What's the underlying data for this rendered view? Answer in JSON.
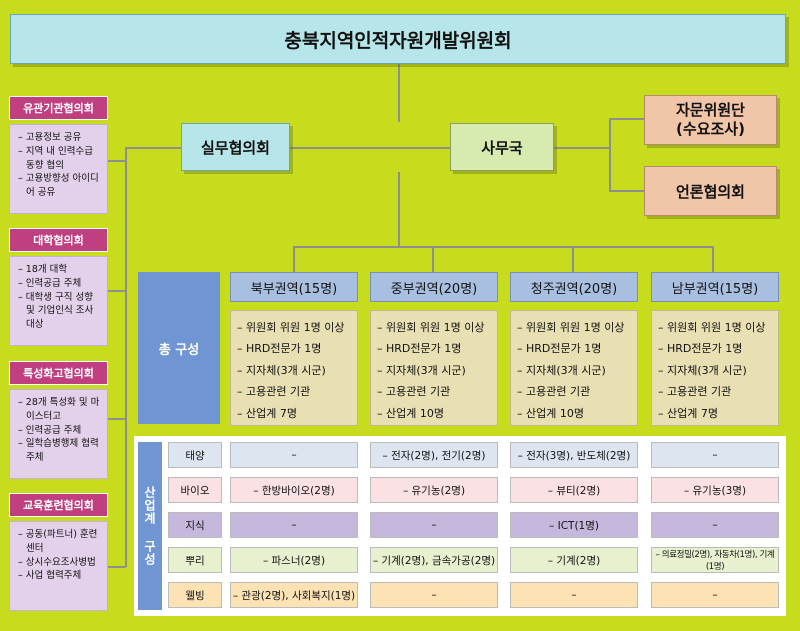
{
  "title": "충북지역인적자원개발위원회",
  "left_center": "실무협의회",
  "center": "사무국",
  "right_boxes": [
    "자문위원단\n(수요조사)",
    "언론협의회"
  ],
  "councils": [
    {
      "name": "유관기관협의회",
      "items": [
        "고용정보 공유",
        "지역 내 인력수급 동향 협의",
        "고용방향성 아이디어 공유"
      ]
    },
    {
      "name": "대학협의회",
      "items": [
        "18개 대학",
        "인력공급 주체",
        "대학생 구직 성향 및 기업인식 조사 대상"
      ]
    },
    {
      "name": "특성화고협의회",
      "items": [
        "28개 특성화 및 마이스터고",
        "인력공급 주체",
        "일학습병행제 협력주체"
      ]
    },
    {
      "name": "교육훈련협의회",
      "items": [
        "공동(파트너) 훈련센터",
        "상시수요조사병법",
        "사업 협력주체"
      ]
    }
  ],
  "total_label": "총 구성",
  "regions": [
    {
      "name": "북부권역(15명)",
      "items": [
        "위원회 위원 1명 이상",
        "HRD전문가 1명",
        "지자체(3개 시군)",
        "고용관련 기관",
        "산업계 7명"
      ]
    },
    {
      "name": "중부권역(20명)",
      "items": [
        "위원회 위원 1명 이상",
        "HRD전문가 1명",
        "지자체(3개 시군)",
        "고용관련 기관",
        "산업계 10명"
      ]
    },
    {
      "name": "청주권역(20명)",
      "items": [
        "위원회 위원 1명 이상",
        "HRD전문가 1명",
        "지자체(3개 시군)",
        "고용관련 기관",
        "산업계 10명"
      ]
    },
    {
      "name": "남부권역(15명)",
      "items": [
        "위원회 위원 1명 이상",
        "HRD전문가 1명",
        "지자체(3개 시군)",
        "고용관련 기관",
        "산업계 7명"
      ]
    }
  ],
  "industry_label": "산업계 구성",
  "industry_rows": [
    {
      "label": "태양",
      "cells": [
        "–",
        "– 전자(2명), 전기(2명)",
        "– 전자(3명), 반도체(2명)",
        "–"
      ]
    },
    {
      "label": "바이오",
      "cells": [
        "– 한방바이오(2명)",
        "– 유기농(2명)",
        "– 뷰티(2명)",
        "– 유기농(3명)"
      ]
    },
    {
      "label": "지식",
      "cells": [
        "–",
        "–",
        "– ICT(1명)",
        "–"
      ]
    },
    {
      "label": "뿌리",
      "cells": [
        "– 파스너(2명)",
        "– 기계(2명), 금속가공(2명)",
        "– 기계(2명)",
        "– 의료정밀(2명), 자동차(1명), 기계(1명)"
      ]
    },
    {
      "label": "웰빙",
      "cells": [
        "– 관광(2명), 사회복지(1명)",
        "–",
        "–",
        "–"
      ]
    }
  ]
}
